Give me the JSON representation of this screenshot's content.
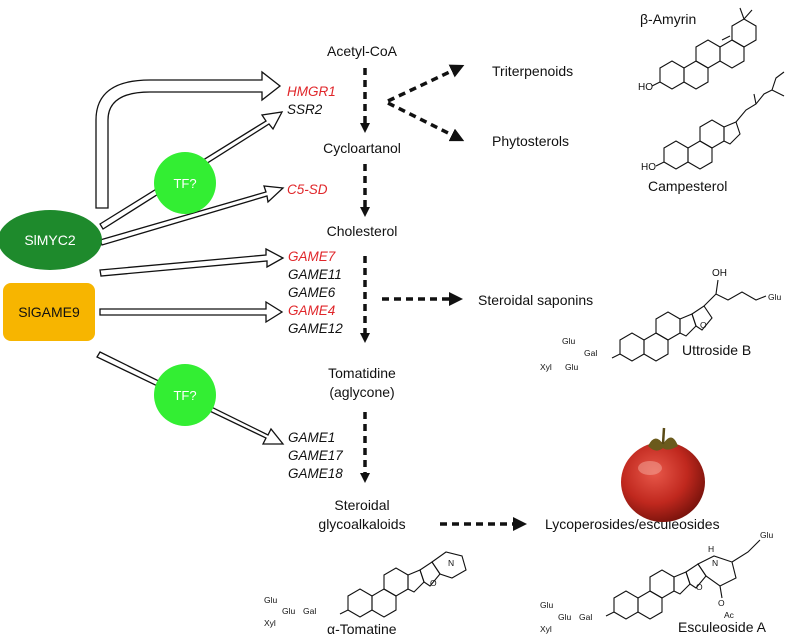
{
  "regulators": {
    "slmyc2": "SlMYC2",
    "slgame9": "SlGAME9",
    "tf_upper": "TF?",
    "tf_lower": "TF?"
  },
  "pathway": {
    "acetyl_coa": "Acetyl-CoA",
    "cycloartanol": "Cycloartanol",
    "cholesterol": "Cholesterol",
    "tomatidine_line1": "Tomatidine",
    "tomatidine_line2": "(aglycone)",
    "sga_line1": "Steroidal",
    "sga_line2": "glycoalkaloids"
  },
  "genes": {
    "hmgr1": "HMGR1",
    "ssr2": "SSR2",
    "c5sd": "C5-SD",
    "game7": "GAME7",
    "game11": "GAME11",
    "game6": "GAME6",
    "game4": "GAME4",
    "game12": "GAME12",
    "game1": "GAME1",
    "game17": "GAME17",
    "game18": "GAME18"
  },
  "products": {
    "triterpenoids": "Triterpenoids",
    "phytosterols": "Phytosterols",
    "steroidal_saponins": "Steroidal saponins",
    "lycoperosides": "Lycoperosides/esculeosides"
  },
  "compounds": {
    "beta_amyrin": "β-Amyrin",
    "campesterol": "Campesterol",
    "uttroside_b": "Uttroside B",
    "alpha_tomatine": "α-Tomatine",
    "esculeoside_a": "Esculeoside A"
  },
  "structure_labels": {
    "ho1": "HO",
    "ho2": "HO",
    "oh": "OH",
    "o": "O",
    "nh": "N",
    "h": "H",
    "glu": "Glu",
    "gal": "Gal",
    "xyl": "Xyl",
    "ac": "Ac"
  },
  "colors": {
    "slmyc2": "#1e8a2c",
    "slgame9": "#f7b500",
    "tf": "#33ee33",
    "red_gene": "#e0262a",
    "tomato": "#c0281e"
  }
}
